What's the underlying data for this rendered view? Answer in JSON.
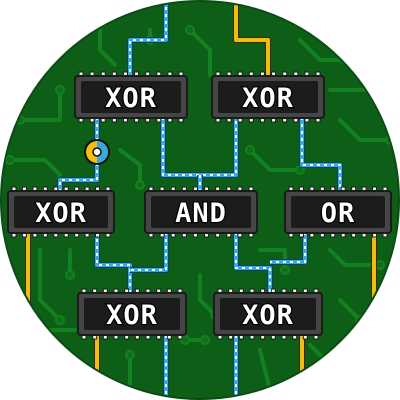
{
  "board": {
    "colors": {
      "board": "#0d5f17",
      "trace": "#13811f",
      "active_wire": "#35a9e2",
      "inactive_wire": "#f2bc16",
      "chip": "#464646"
    }
  },
  "chips": [
    {
      "id": "chip-1",
      "label": "XOR"
    },
    {
      "id": "chip-2",
      "label": "XOR"
    },
    {
      "id": "chip-3",
      "label": "XOR"
    },
    {
      "id": "chip-4",
      "label": "AND"
    },
    {
      "id": "chip-5",
      "label": "OR"
    },
    {
      "id": "chip-6",
      "label": "XOR"
    },
    {
      "id": "chip-7",
      "label": "XOR"
    }
  ],
  "switch": {
    "icon": "rotary-switch-icon",
    "state": "half"
  }
}
